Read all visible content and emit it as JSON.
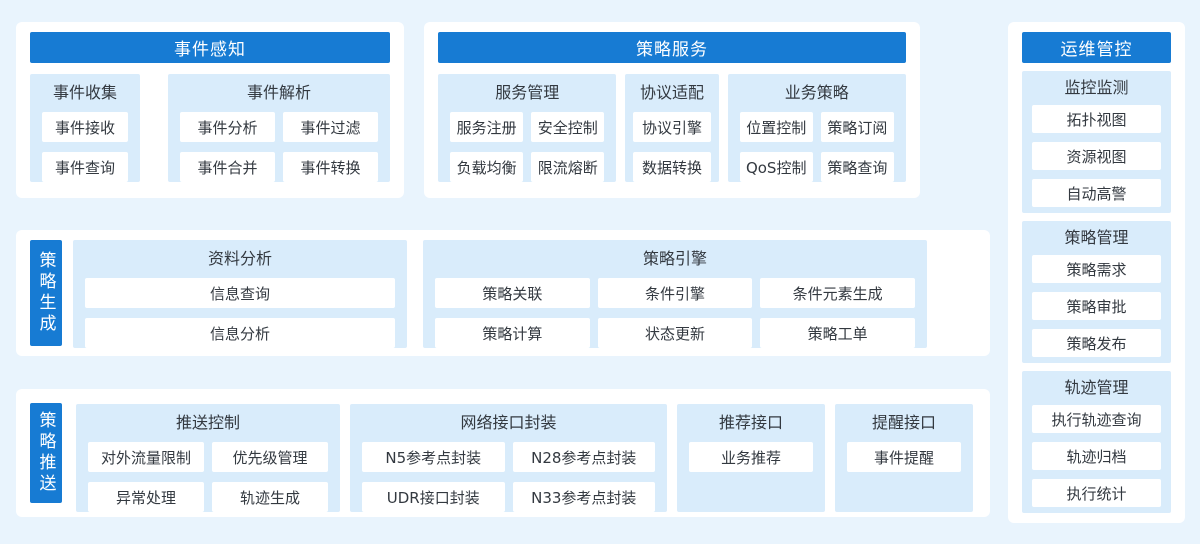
{
  "colors": {
    "accent": "#177bd3",
    "group_bg": "#d9ecfb",
    "page_bg": "#e9f4fd",
    "card_bg": "#ffffff",
    "text": "#333940",
    "header_text": "#ffffff"
  },
  "perception": {
    "title": "事件感知",
    "groups": [
      {
        "title": "事件收集",
        "cells": [
          "事件接收",
          "事件查询"
        ]
      },
      {
        "title": "事件解析",
        "cells": [
          "事件分析",
          "事件过滤",
          "事件合并",
          "事件转换"
        ]
      }
    ]
  },
  "service": {
    "title": "策略服务",
    "groups": [
      {
        "title": "服务管理",
        "cells": [
          "服务注册",
          "安全控制",
          "负载均衡",
          "限流熔断"
        ]
      },
      {
        "title": "协议适配",
        "cells": [
          "协议引擎",
          "数据转换"
        ]
      },
      {
        "title": "业务策略",
        "cells": [
          "位置控制",
          "策略订阅",
          "QoS控制",
          "策略查询"
        ]
      }
    ]
  },
  "ops": {
    "title": "运维管控",
    "groups": [
      {
        "title": "监控监测",
        "cells": [
          "拓扑视图",
          "资源视图",
          "自动高警"
        ]
      },
      {
        "title": "策略管理",
        "cells": [
          "策略需求",
          "策略审批",
          "策略发布"
        ]
      },
      {
        "title": "轨迹管理",
        "cells": [
          "执行轨迹查询",
          "轨迹归档",
          "执行统计"
        ]
      }
    ]
  },
  "generation": {
    "label": "策略生成",
    "groups": [
      {
        "title": "资料分析",
        "cells": [
          "信息查询",
          "信息分析"
        ]
      },
      {
        "title": "策略引擎",
        "cells": [
          "策略关联",
          "条件引擎",
          "条件元素生成",
          "策略计算",
          "状态更新",
          "策略工单"
        ]
      }
    ]
  },
  "push": {
    "label": "策略推送",
    "groups": [
      {
        "title": "推送控制",
        "cells": [
          "对外流量限制",
          "优先级管理",
          "异常处理",
          "轨迹生成"
        ]
      },
      {
        "title": "网络接口封装",
        "cells": [
          "N5参考点封装",
          "N28参考点封装",
          "UDR接口封装",
          "N33参考点封装"
        ]
      },
      {
        "title": "推荐接口",
        "cells": [
          "业务推荐"
        ]
      },
      {
        "title": "提醒接口",
        "cells": [
          "事件提醒"
        ]
      }
    ]
  }
}
